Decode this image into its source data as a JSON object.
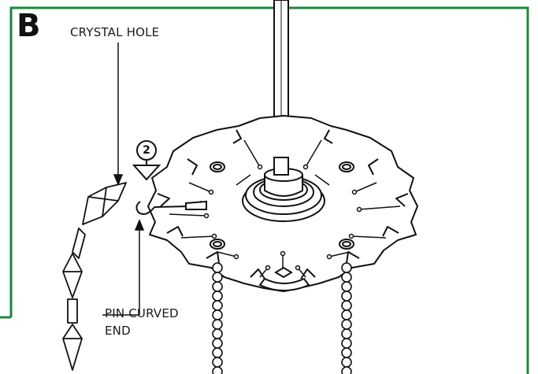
{
  "panel": {
    "letter": "B",
    "frame_color": "#1a8a3a"
  },
  "labels": {
    "crystal_hole": "CRYSTAL HOLE",
    "pin_curved_end_line1": "PIN CURVED",
    "pin_curved_end_line2": "END"
  },
  "step": {
    "number": "2"
  },
  "colors": {
    "line": "#111111",
    "frame": "#1a8a3a"
  }
}
